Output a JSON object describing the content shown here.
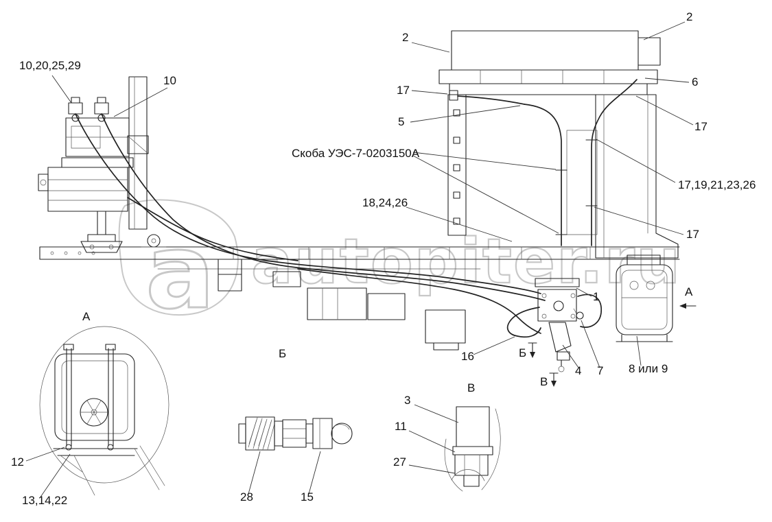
{
  "colors": {
    "line": "#222222",
    "watermark": "#c8c8c8",
    "background": "#ffffff"
  },
  "watermark": {
    "letter": "a",
    "text": "autopiter.ru"
  },
  "labels": {
    "c2_top_right": "2",
    "c2_top_mid": "2",
    "c10_20_25_29": "10,20,25,29",
    "c10": "10",
    "c17_top": "17",
    "c6": "6",
    "c5": "5",
    "c17_upper_right": "17",
    "skoba_note": "Скоба УЭС-7-0203150А",
    "c17_19_21_23_26": "17,19,21,23,26",
    "c18_24_26": "18,24,26",
    "c17_lower_right": "17",
    "c1": "1",
    "c16": "16",
    "c4": "4",
    "c7": "7",
    "c8_or_9": "8 или 9",
    "c3": "3",
    "c11": "11",
    "c27": "27",
    "c12": "12",
    "c13_14_22": "13,14,22",
    "c28": "28",
    "c15": "15",
    "view_a_title": "А",
    "view_b_title": "Б",
    "view_v_title": "В",
    "section_a": "А",
    "section_b": "Б",
    "section_v": "В"
  }
}
